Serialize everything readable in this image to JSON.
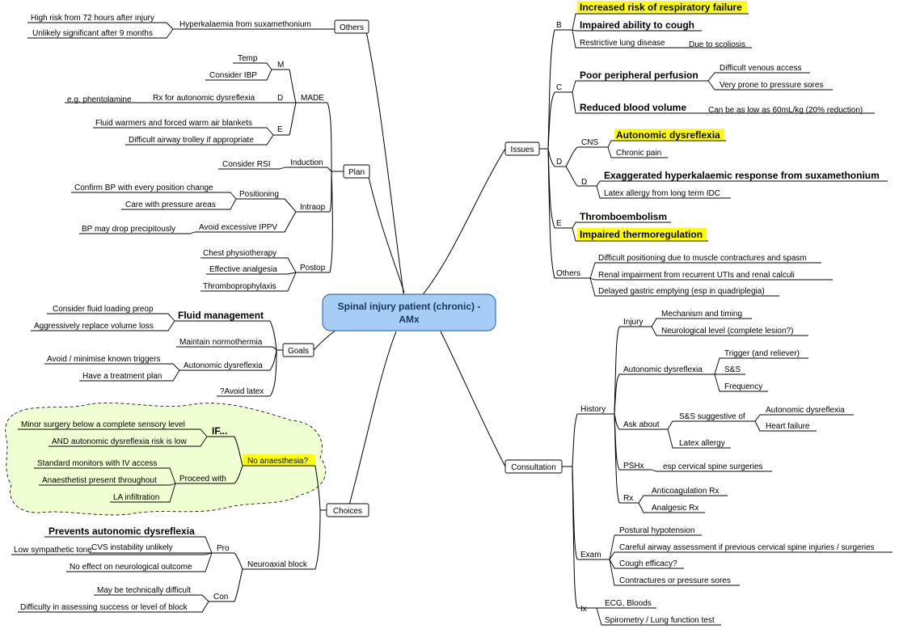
{
  "central": {
    "line1": "Spinal injury patient (chronic) -",
    "line2": "AMx"
  },
  "others": {
    "label": "Others",
    "hyperkalaemia": "Hyperkalaemia from suxamethonium",
    "high_risk": "High risk from 72 hours after injury",
    "unlikely": "Unlikely significant after 9 months"
  },
  "plan": {
    "label": "Plan",
    "made": "MADE",
    "m": "M",
    "temp": "Temp",
    "ibp": "Consider IBP",
    "d": "D",
    "rx_ad": "Rx for autonomic dysreflexia",
    "phento": "e.g. phentolamine",
    "e": "E",
    "warmers": "Fluid warmers and forced warm air blankets",
    "airway": "Difficult airway trolley if appropriate",
    "induction": "Induction",
    "rsi": "Consider RSI",
    "intraop": "Intraop",
    "positioning": "Positioning",
    "confirm_bp": "Confirm BP with every position change",
    "pressure": "Care with pressure areas",
    "ippv": "Avoid excessive IPPV",
    "bp_drop": "BP may drop precipitously",
    "postop": "Postop",
    "physio": "Chest physiotherapy",
    "analgesia": "Effective analgesia",
    "thrombo": "Thromboprophylaxis"
  },
  "goals": {
    "label": "Goals",
    "fluid": "Fluid management",
    "fluid_preop": "Consider fluid loading preop",
    "replace": "Aggressively replace volume loss",
    "normo": "Maintain normothermia",
    "ad": "Autonomic dysreflexia",
    "avoid": "Avoid / minimise known triggers",
    "plan": "Have a treatment plan",
    "latex": "?Avoid latex"
  },
  "choices": {
    "label": "Choices",
    "no_anaes": "No anaesthesia?",
    "if": "IF...",
    "minor": "Minor surgery below a complete sensory level",
    "and_ad": "AND autonomic dysreflexia risk is low",
    "proceed": "Proceed with",
    "monitors": "Standard monitors with IV access",
    "anaes_present": "Anaesthetist present throughout",
    "la": "LA infiltration",
    "neuraxial": "Neuroaxial block",
    "pro": "Pro",
    "prevents": "Prevents autonomic dysreflexia",
    "cvs": "CVS instability unlikely",
    "low_tone": "Low sympathetic tone",
    "no_effect": "No effect on neurological outcome",
    "con": "Con",
    "technically": "May be technically difficult",
    "difficulty": "Difficulty in assessing success or level of block"
  },
  "issues": {
    "label": "Issues",
    "b": "B",
    "resp": "Increased risk of respiratory failure",
    "cough": "Impaired ability to cough",
    "restrictive": "Restrictive lung disease",
    "scoliosis": "Due to scoliosis",
    "c": "C",
    "perfusion": "Poor peripheral perfusion",
    "venous": "Difficult venous access",
    "sores": "Very prone to pressure sores",
    "blood_vol": "Reduced blood volume",
    "blood_vol_note": "Can be as low as 60mL/kg (20% reduction)",
    "d": "D",
    "cns": "CNS",
    "ad": "Autonomic dysreflexia",
    "pain": "Chronic pain",
    "d2": "D",
    "hyperk": "Exaggerated hyperkalaemic response from suxamethonium",
    "latex": "Latex allergy from long term IDC",
    "e": "E",
    "thrombo": "Thromboembolism",
    "thermo": "Impaired thermoregulation",
    "others": "Others",
    "positioning": "Difficult positioning due to muscle contractures and spasm",
    "renal": "Renal impairment from recurrent UTIs and renal calculi",
    "gastric": "Delayed gastric emptying (esp in quadriplegia)"
  },
  "consultation": {
    "label": "Consultation",
    "history": "History",
    "injury": "Injury",
    "mechanism": "Mechanism and timing",
    "neuro_level": "Neurological level (complete lesion?)",
    "ad": "Autonomic dysreflexia",
    "trigger": "Trigger (and reliever)",
    "ss": "S&S",
    "frequency": "Frequency",
    "ask": "Ask about",
    "ss_suggest": "S&S suggestive of",
    "ad2": "Autonomic dysreflexia",
    "hf": "Heart failure",
    "latex": "Latex allergy",
    "pshx": "PSHx",
    "cervical": "esp cervical spine surgeries",
    "rx": "Rx",
    "anticoag": "Anticoagulation Rx",
    "analgesic": "Analgesic Rx",
    "exam": "Exam",
    "postural": "Postural hypotension",
    "careful": "Careful airway assessment if previous cervical spine injuries / surgeries",
    "cough": "Cough efficacy?",
    "contractures": "Contractures or pressure sores",
    "ix": "Ix",
    "ecg": "ECG, Bloods",
    "spiro": "Spirometry / Lung function test"
  },
  "colors": {
    "central_fill": "#a6cdf5",
    "central_stroke": "#3a73b9",
    "highlight": "#ffff00",
    "cloud_fill": "#efffd2"
  }
}
